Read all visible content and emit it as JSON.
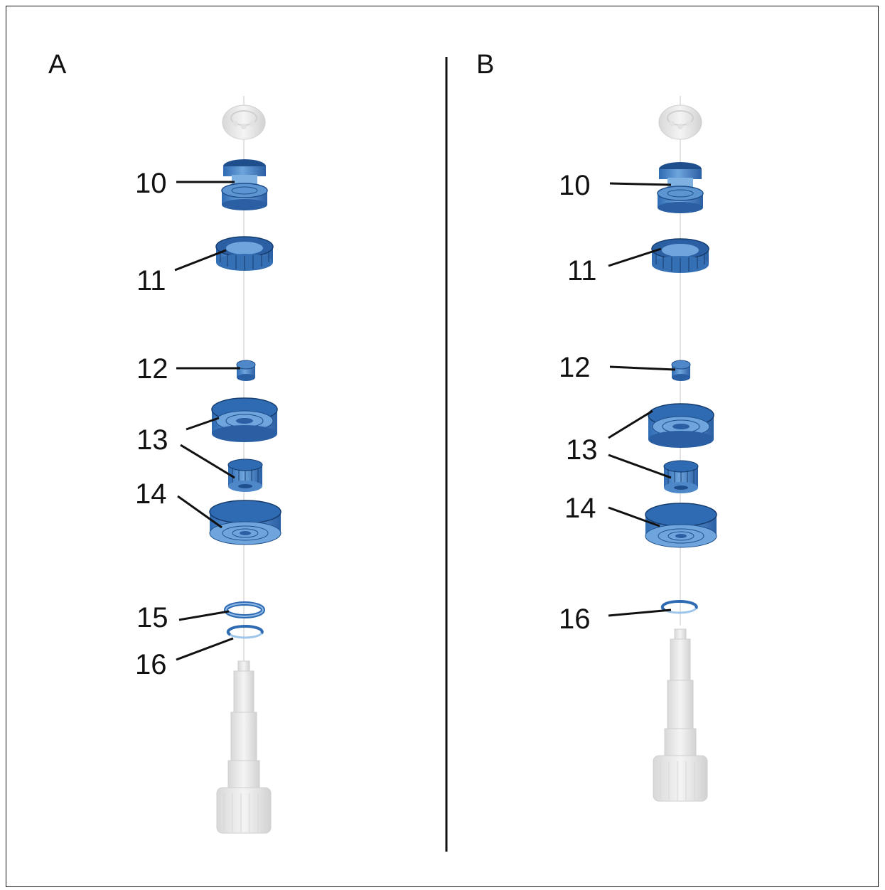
{
  "panels": [
    {
      "id": "A",
      "label": "A",
      "callouts": [
        "10",
        "11",
        "12",
        "13",
        "14",
        "15",
        "16"
      ]
    },
    {
      "id": "B",
      "label": "B",
      "callouts": [
        "10",
        "11",
        "12",
        "13",
        "14",
        "16"
      ]
    }
  ],
  "colors": {
    "part_blue": "#3f7fc4",
    "part_blue_dark": "#1f4e8c",
    "part_blue_light": "#8fbbe6",
    "ghost_gray": "#e4e4e4",
    "ghost_stroke": "#c8c8c8",
    "line": "#111111"
  }
}
